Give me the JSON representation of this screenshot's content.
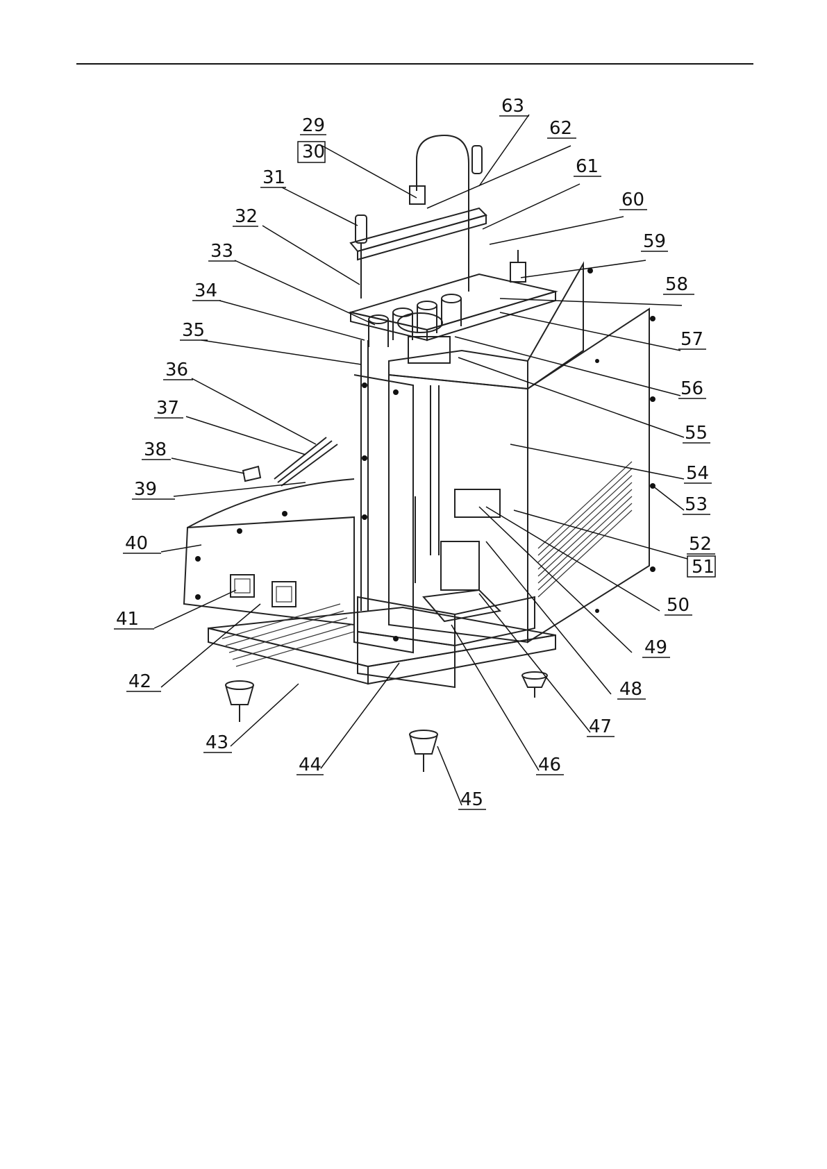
{
  "callouts": {
    "c29": "29",
    "c30": "30",
    "c31": "31",
    "c32": "32",
    "c33": "33",
    "c34": "34",
    "c35": "35",
    "c36": "36",
    "c37": "37",
    "c38": "38",
    "c39": "39",
    "c40": "40",
    "c41": "41",
    "c42": "42",
    "c43": "43",
    "c44": "44",
    "c45": "45",
    "c46": "46",
    "c47": "47",
    "c48": "48",
    "c49": "49",
    "c50": "50",
    "c51": "51",
    "c52": "52",
    "c53": "53",
    "c54": "54",
    "c55": "55",
    "c56": "56",
    "c57": "57",
    "c58": "58",
    "c59": "59",
    "c60": "60",
    "c61": "61",
    "c62": "62",
    "c63": "63"
  }
}
